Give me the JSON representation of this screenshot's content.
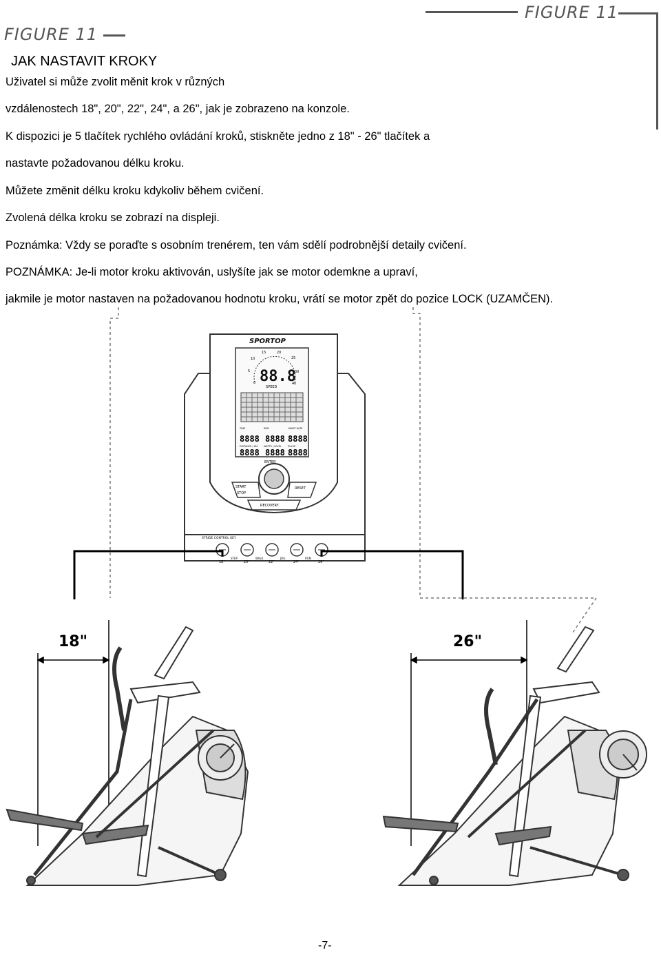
{
  "figure": {
    "label_left": "FIGURE 11",
    "label_right": "FIGURE 11"
  },
  "heading": "JAK NASTAVIT KROKY",
  "lines": [
    "Uživatel si může zvolit měnit krok v různých",
    "vzdálenostech 18\", 20\", 22\", 24\", a 26\", jak je zobrazeno na konzole.",
    "K dispozici je 5 tlačítek rychlého ovládání kroků, stiskněte jedno z 18\" - 26\" tlačítek a",
    "nastavte požadovanou délku kroku.",
    "Můžete změnit délku kroku kdykoliv během cvičení.",
    "Zvolená délka kroku se zobrazí na displeji.",
    "Poznámka: Vždy se poraďte s osobním trenérem, ten vám sdělí podrobnější detaily cvičení.",
    "POZNÁMKA: Je-li motor kroku aktivován, uslyšíte jak se motor odemkne a upraví,",
    "jakmile je motor nastaven na požadovanou hodnotu kroku, vrátí se motor zpět do pozice LOCK (UZAMČEN)."
  ],
  "console": {
    "brand": "SPORTOP",
    "display_value": "88.8",
    "speed_label": "SPEED",
    "dial_ticks": [
      "15",
      "20",
      "25",
      "10",
      "30",
      "5",
      "35",
      "0",
      "40"
    ],
    "labels_left": [
      "TIME",
      "DISTANCE / KM"
    ],
    "labels_mid": [
      "RPM",
      "WATTS / LEVEL"
    ],
    "labels_right": [
      "HEART RATE",
      "PULSE"
    ],
    "seg": "8888",
    "enter_label": "ENTER",
    "start_stop": [
      "START",
      "STOP"
    ],
    "reset": "RESET",
    "recovery": "RECOVERY",
    "stride_title": "STRIDE CONTROL KEY",
    "stride_sizes": [
      "18\"",
      "20\"",
      "22\"",
      "24\"",
      "26\""
    ],
    "stride_words": [
      "STEP",
      "WALK",
      "JOG",
      "RUN"
    ]
  },
  "dimensions": {
    "left": "18\"",
    "right": "26\""
  },
  "page_number": "-7-"
}
